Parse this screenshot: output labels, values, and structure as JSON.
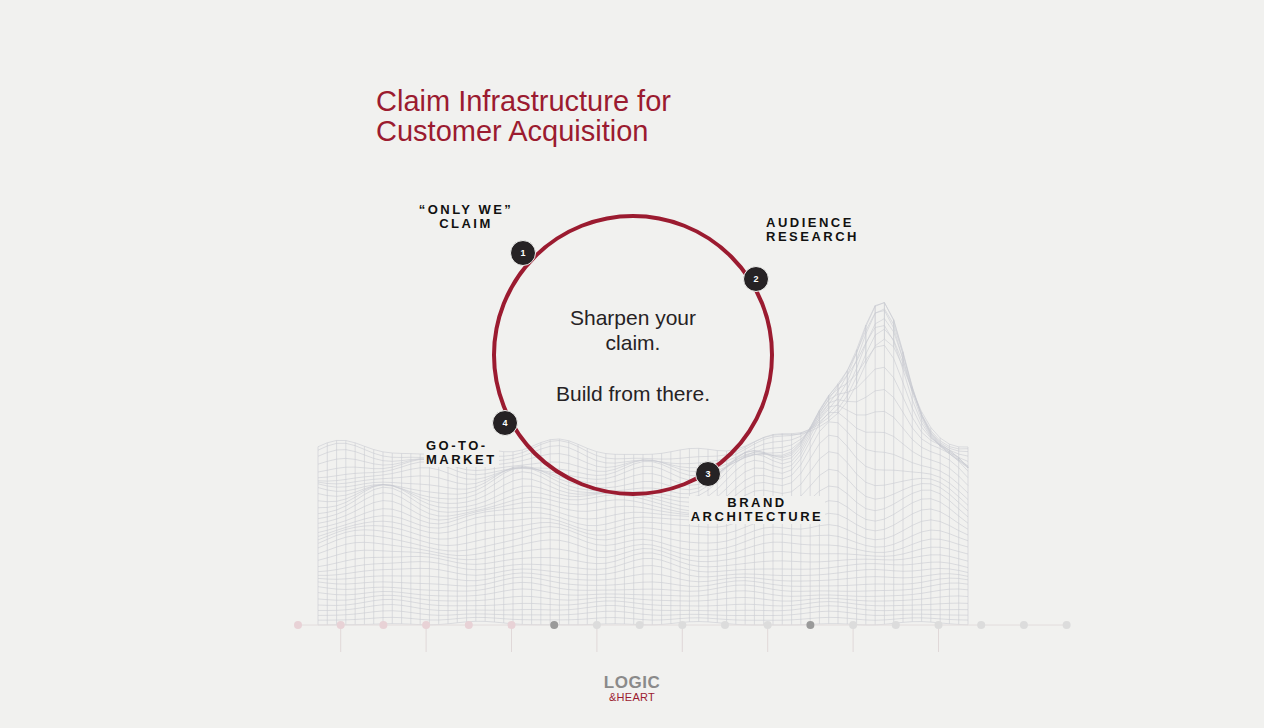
{
  "diagram": {
    "title": "Claim Infrastructure for Customer Acquisition",
    "nodes": [
      {
        "text": [
          "Sharpen your claim.",
          "Build from there."
        ]
      },
      {
        "text": [
          "1",
          "“ONLY WE” CLAIM"
        ]
      },
      {
        "text": [
          "2",
          "AUDIENCE RESEARCH"
        ]
      },
      {
        "text": [
          "3",
          "BRAND ARCHITECTURE"
        ]
      },
      {
        "text": [
          "4",
          "GO-TO-MARKET"
        ]
      }
    ],
    "labels": [
      "LOGIC",
      "&HEART"
    ]
  }
}
